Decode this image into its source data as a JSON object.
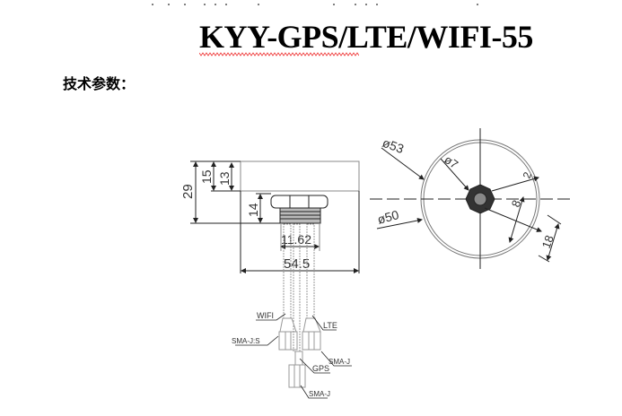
{
  "title": "KYY-GPS/LTE/WIFI-55",
  "subtitle": "技术参数：",
  "drawing": {
    "side_view": {
      "dim_29": "29",
      "dim_15": "15",
      "dim_13": "13",
      "dim_14": "14",
      "dim_11_62": "11.62",
      "dim_54_5": "54.5"
    },
    "top_view": {
      "dia_53": "ø53",
      "dia_7": "ø7",
      "dia_50": "ø50",
      "dim_2": "2",
      "dim_8": "8",
      "dim_18": "18"
    },
    "cables": {
      "wifi": "WIFI",
      "lte": "LTE",
      "gps": "GPS",
      "sma_j_s": "SMA-J:S",
      "sma_j_1": "SMA-J",
      "sma_j_2": "SMA-J"
    }
  }
}
